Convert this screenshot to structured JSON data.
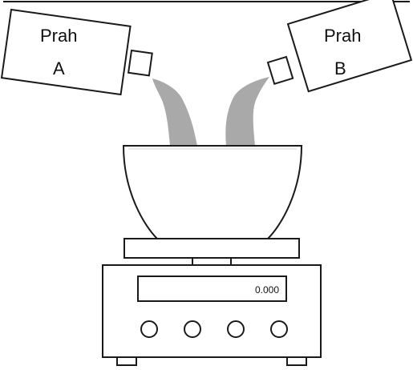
{
  "container_a": {
    "line1": "Prah",
    "line2": "A"
  },
  "container_b": {
    "line1": "Prah",
    "line2": "B"
  },
  "scale": {
    "display_value": "0.000",
    "button_count": 4
  },
  "colors": {
    "powder": "#a9a9a9",
    "outline": "#1a1a1a"
  }
}
